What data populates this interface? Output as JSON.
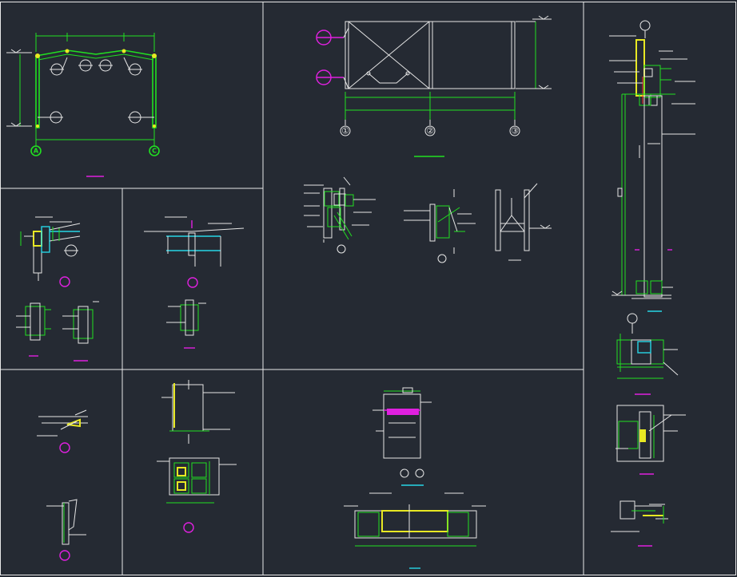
{
  "drawing": {
    "background": "#252a33",
    "colors": {
      "frame": "#e8e8e8",
      "member": "#e6e6e6",
      "dimension": "#21e021",
      "weld": "#e8e823",
      "stiffener": "#27d6e6",
      "callout": "#e020e0",
      "cut_line": "#ff3030"
    }
  },
  "axes": {
    "elevation_left": "A",
    "elevation_right": "C",
    "plan_1": "①",
    "plan_2": "②",
    "plan_3": "③"
  }
}
